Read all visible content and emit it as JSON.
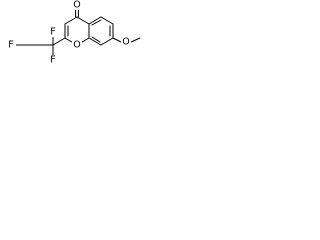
{
  "molecule": {
    "atoms": {
      "carbonyl_oxygen": "O",
      "ring_oxygen": "O",
      "methoxy_oxygen": "O",
      "fluorine_top": "F",
      "fluorine_left": "F",
      "fluorine_bottom": "F"
    }
  }
}
